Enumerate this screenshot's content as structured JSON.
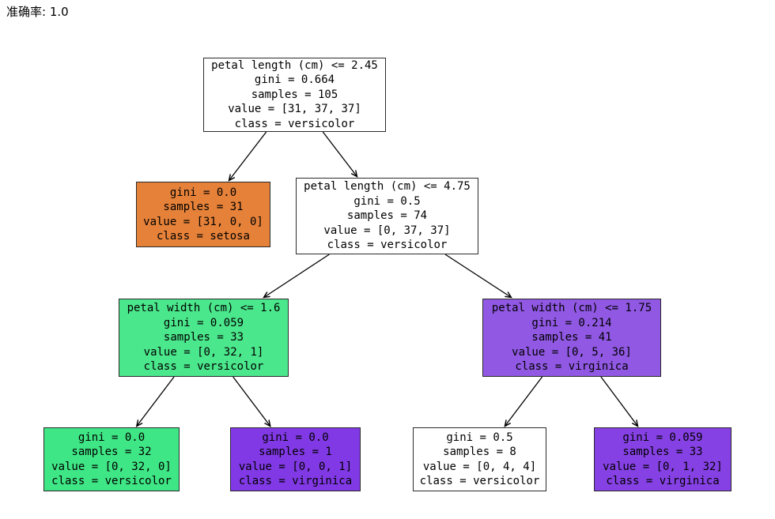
{
  "header": {
    "accuracy_text": "准确率: 1.0"
  },
  "tree": {
    "class_names": [
      "setosa",
      "versicolor",
      "virginica"
    ],
    "feature_names": [
      "petal length (cm)",
      "petal width (cm)"
    ],
    "colors": {
      "setosa_orange": "#e58139",
      "versicolor_green": "#3fe685",
      "virginica_purple": "#8139e5",
      "undecided_white": "#ffffff"
    },
    "nodes": [
      {
        "condition": "petal length (cm) <= 2.45",
        "gini": "gini = 0.664",
        "samples": "samples = 105",
        "value": "value = [31, 37, 37]",
        "class": "class = versicolor",
        "fill": "#ffffff"
      },
      {
        "gini": "gini = 0.0",
        "samples": "samples = 31",
        "value": "value = [31, 0, 0]",
        "class": "class = setosa",
        "fill": "#e58139"
      },
      {
        "condition": "petal length (cm) <= 4.75",
        "gini": "gini = 0.5",
        "samples": "samples = 74",
        "value": "value = [0, 37, 37]",
        "class": "class = versicolor",
        "fill": "#ffffff"
      },
      {
        "condition": "petal width (cm) <= 1.6",
        "gini": "gini = 0.059",
        "samples": "samples = 33",
        "value": "value = [0, 32, 1]",
        "class": "class = versicolor",
        "fill": "#4be78c"
      },
      {
        "condition": "petal width (cm) <= 1.75",
        "gini": "gini = 0.214",
        "samples": "samples = 41",
        "value": "value = [0, 5, 36]",
        "class": "class = virginica",
        "fill": "#9058e3"
      },
      {
        "gini": "gini = 0.0",
        "samples": "samples = 32",
        "value": "value = [0, 32, 0]",
        "class": "class = versicolor",
        "fill": "#3fe685"
      },
      {
        "gini": "gini = 0.0",
        "samples": "samples = 1",
        "value": "value = [0, 0, 1]",
        "class": "class = virginica",
        "fill": "#8139e5"
      },
      {
        "gini": "gini = 0.5",
        "samples": "samples = 8",
        "value": "value = [0, 4, 4]",
        "class": "class = versicolor",
        "fill": "#ffffff"
      },
      {
        "gini": "gini = 0.059",
        "samples": "samples = 33",
        "value": "value = [0, 1, 32]",
        "class": "class = virginica",
        "fill": "#8641e4"
      }
    ]
  }
}
